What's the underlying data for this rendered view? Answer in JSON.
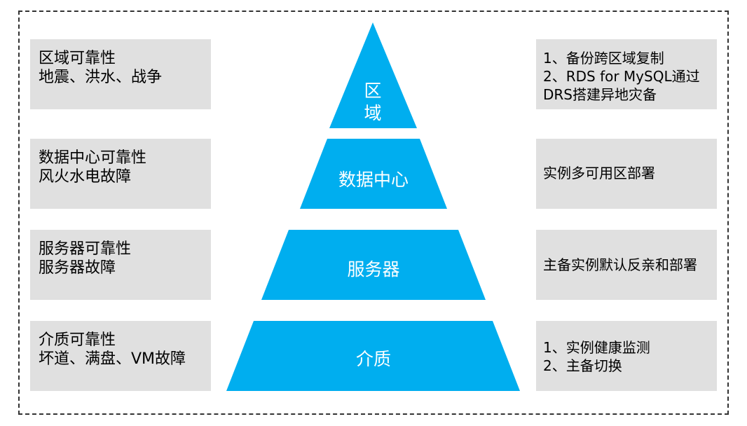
{
  "colors": {
    "pyramid": "#00aeef",
    "panel": "#e0e0e0",
    "frame_border": "#333333"
  },
  "levels": [
    {
      "label_line1": "区",
      "label_line2": "域",
      "left_title": "区域可靠性",
      "left_detail": "地震、洪水、战争",
      "right_lines": [
        "1、备份跨区域复制",
        "2、RDS for MySQL通过",
        "DRS搭建异地灾备"
      ]
    },
    {
      "label": "数据中心",
      "left_title": "数据中心可靠性",
      "left_detail": "风火水电故障",
      "right_lines": [
        "实例多可用区部署"
      ]
    },
    {
      "label": "服务器",
      "left_title": "服务器可靠性",
      "left_detail": "服务器故障",
      "right_lines": [
        "主备实例默认反亲和部署"
      ]
    },
    {
      "label": "介质",
      "left_title": "介质可靠性",
      "left_detail": "坏道、满盘、VM故障",
      "right_lines": [
        "1、实例健康监测",
        "2、主备切换"
      ]
    }
  ]
}
